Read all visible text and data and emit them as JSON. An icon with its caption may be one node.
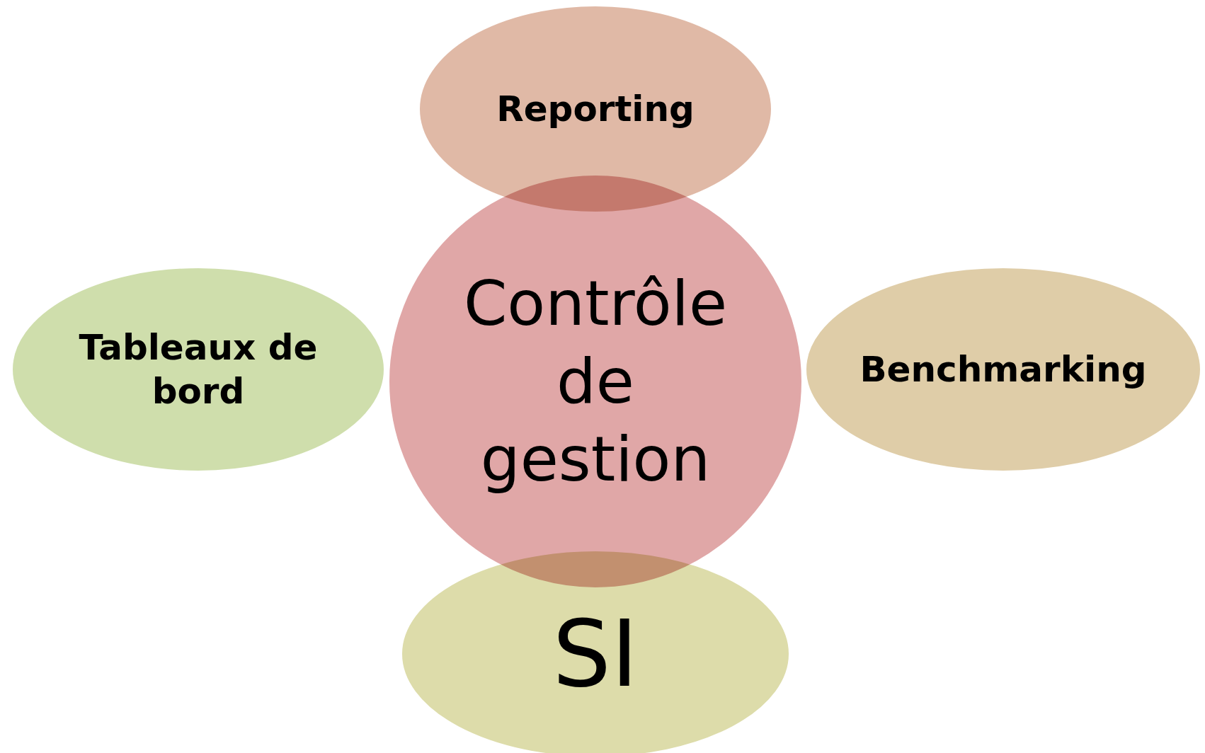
{
  "diagram": {
    "nodes": [
      {
        "text": [
          "Reporting"
        ]
      },
      {
        "text": [
          "Tableaux de bord"
        ]
      },
      {
        "text": [
          "Contrôle de gestion"
        ]
      },
      {
        "text": [
          "Benchmarking"
        ]
      },
      {
        "text": [
          "SI"
        ]
      }
    ]
  }
}
